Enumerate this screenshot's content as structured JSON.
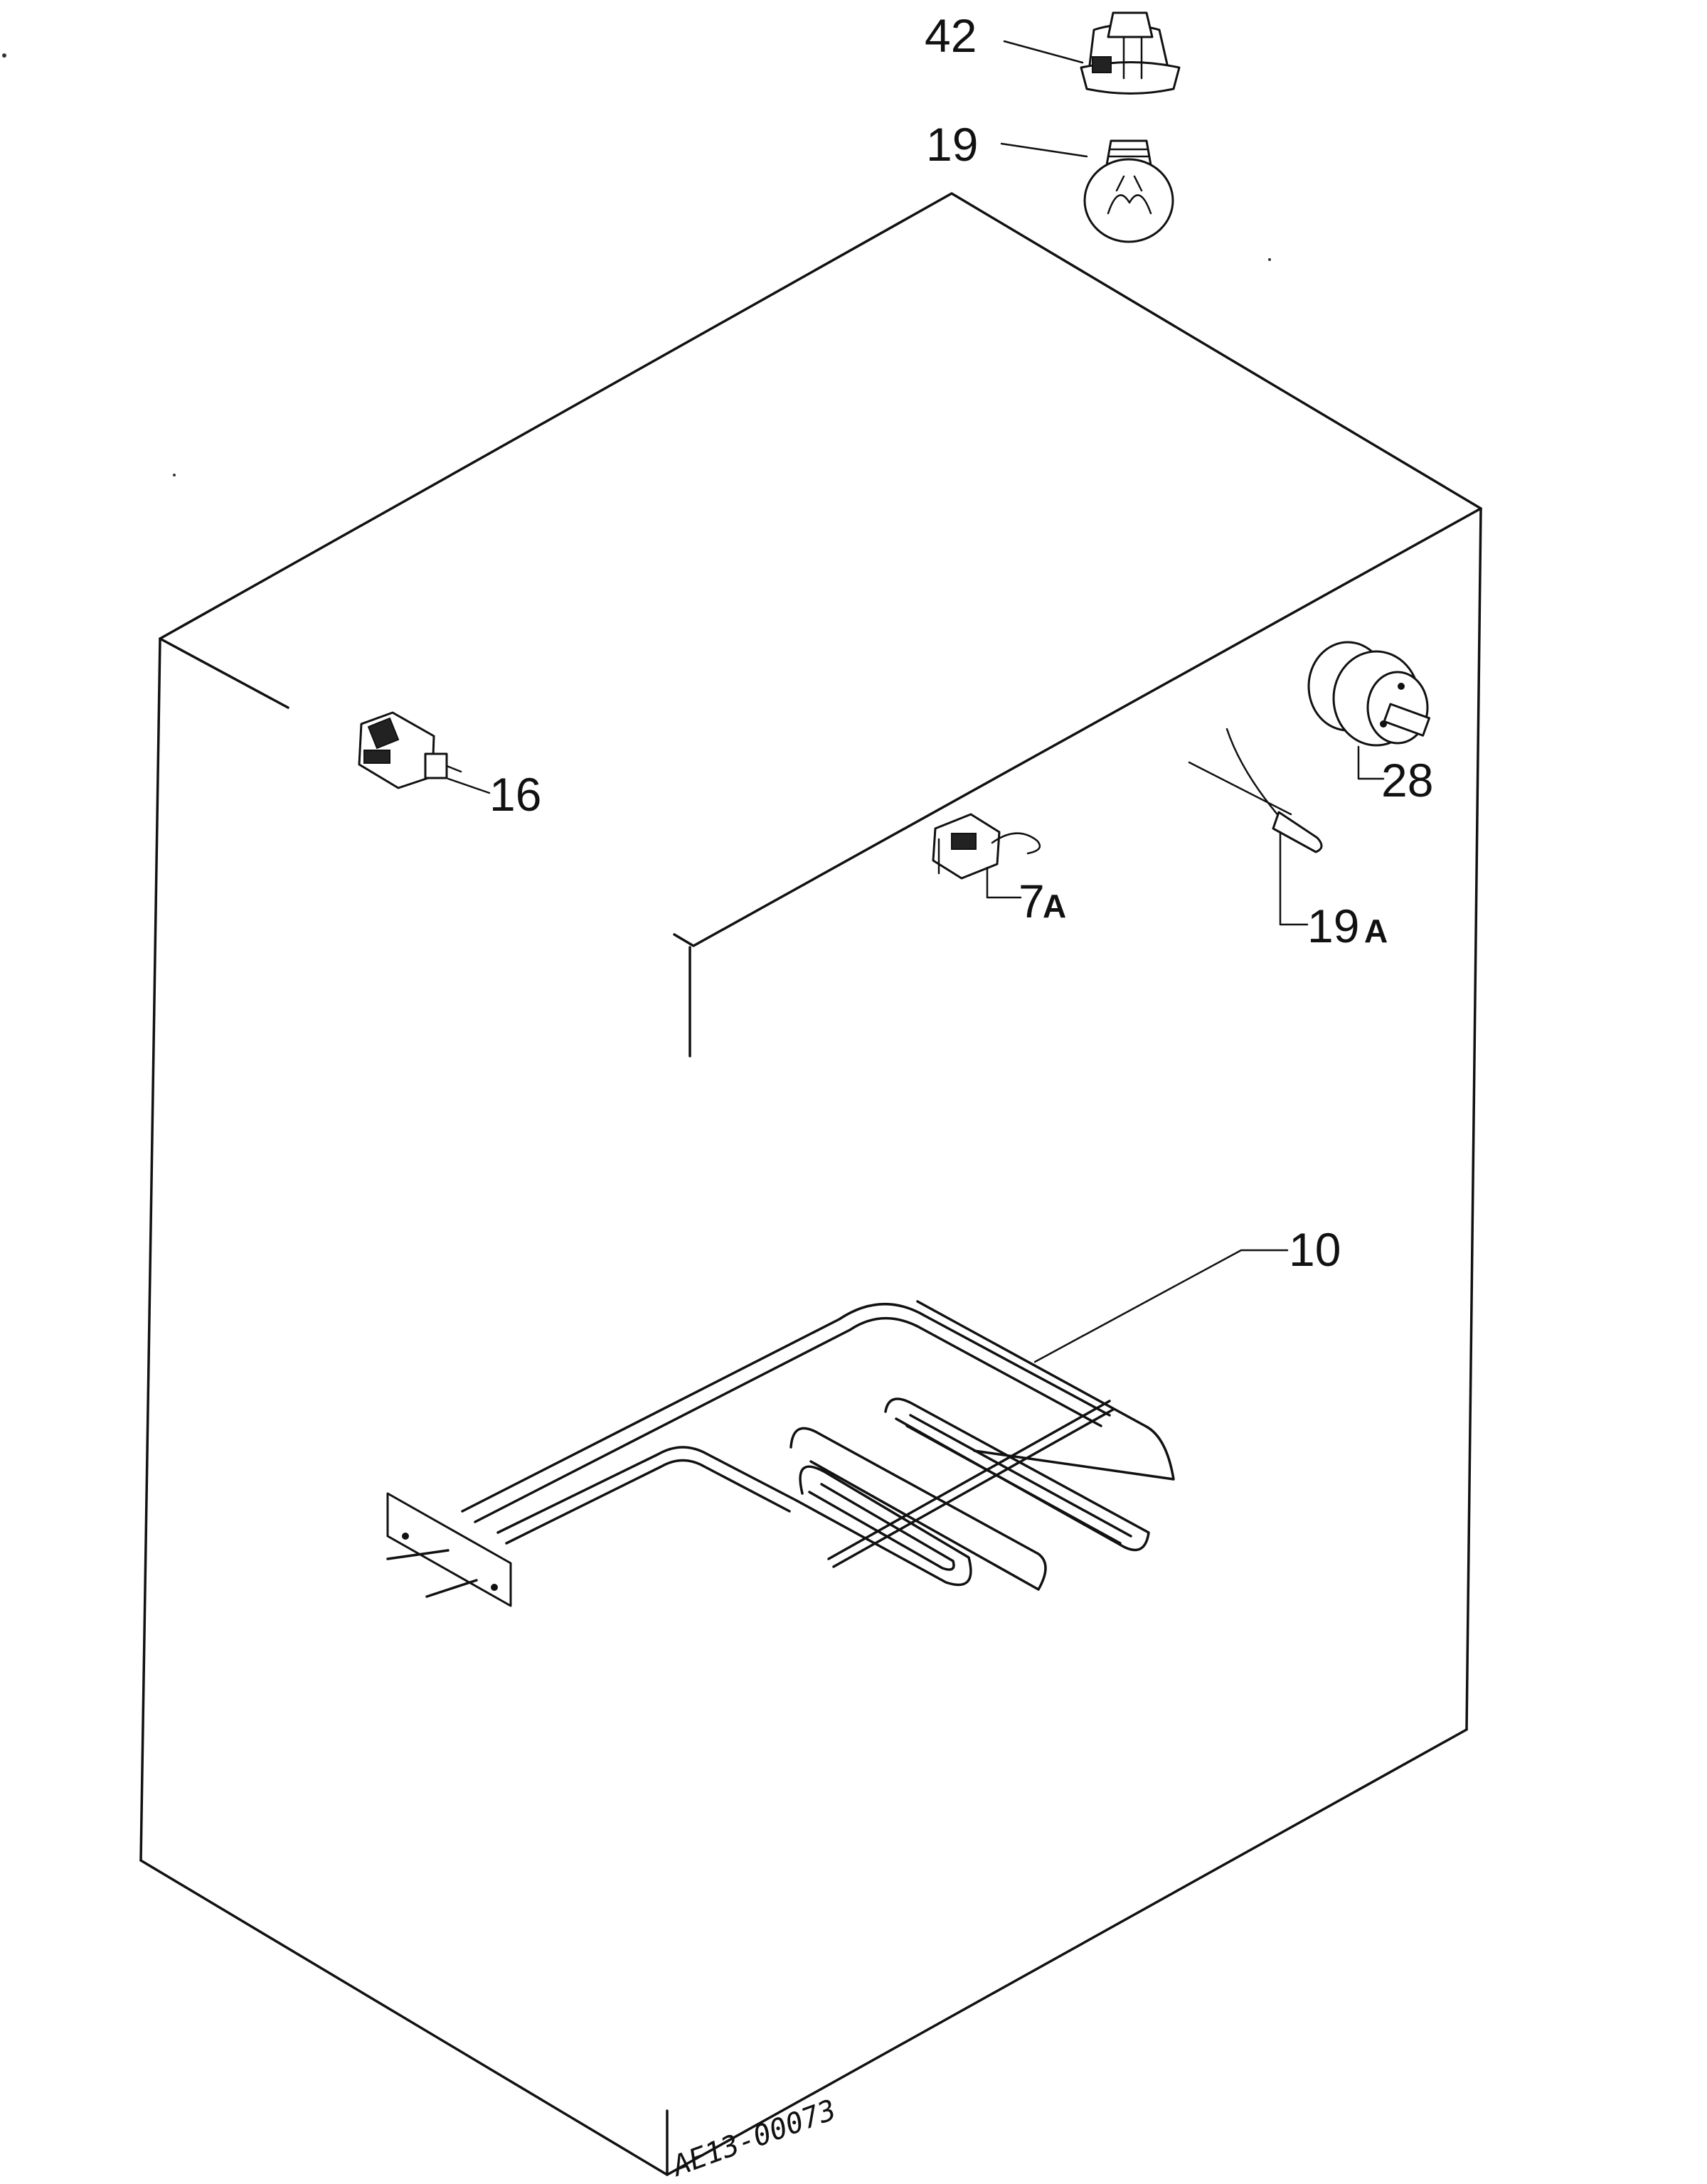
{
  "diagram": {
    "labels": {
      "p42": "42",
      "p19": "19",
      "p16": "16",
      "p7a_num": "7",
      "p7a_sub": "A",
      "p28": "28",
      "p19a_num": "19",
      "p19a_sub": "A",
      "p10": "10"
    },
    "drawing_code": "AE13-00073"
  }
}
